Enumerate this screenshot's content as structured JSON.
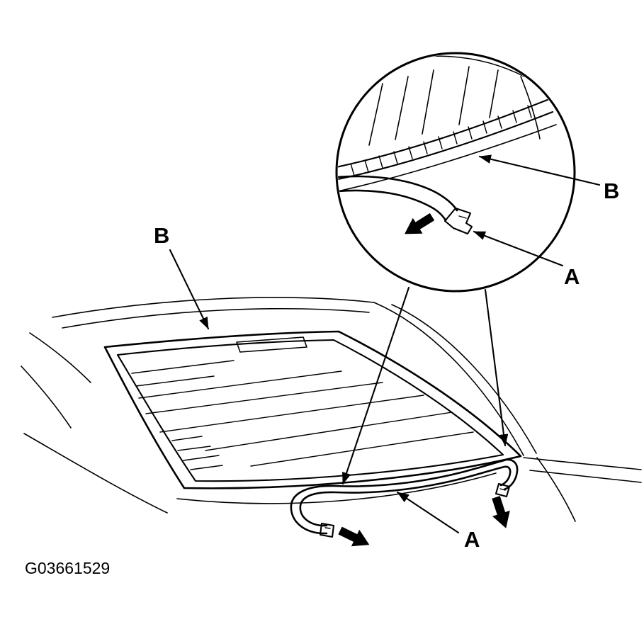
{
  "figure": {
    "id": "G03661529",
    "background_color": "#ffffff",
    "line_color": "#000000"
  },
  "labels": {
    "detail_b": "B",
    "detail_a": "A",
    "main_b": "B",
    "main_a": "A"
  }
}
